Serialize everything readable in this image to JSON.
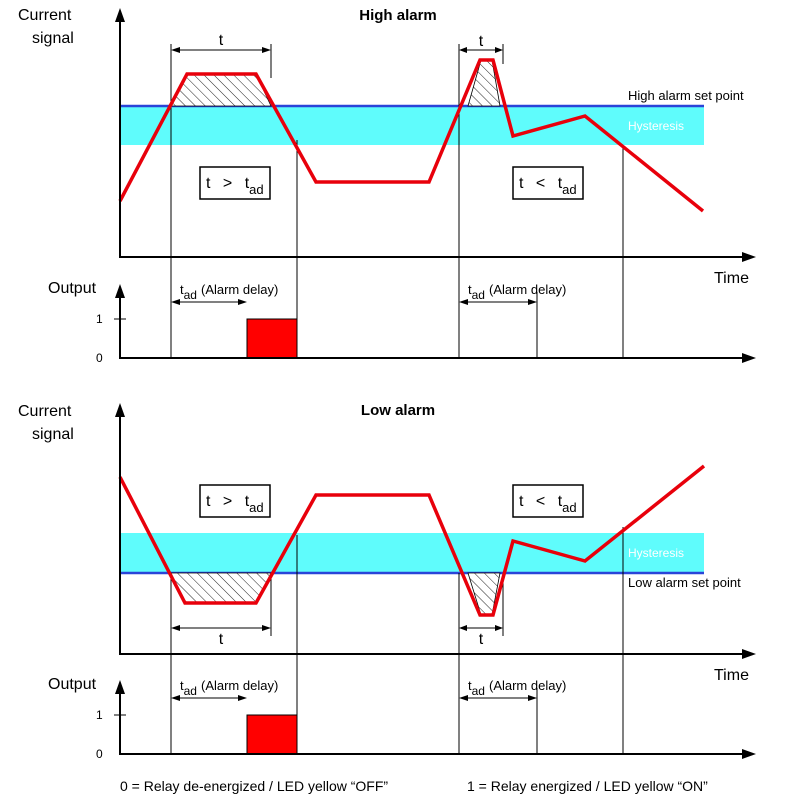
{
  "colors": {
    "signal": "#e8000b",
    "setpoint": "#2a44d8",
    "hysteresis": "#5ffcfc",
    "output_fill": "#ff0000"
  },
  "high": {
    "title": "High alarm",
    "y_label_line1": "Current",
    "y_label_line2": "signal",
    "x_label": "Time",
    "setpoint_label": "High alarm set point",
    "hysteresis_label": "Hysteresis",
    "t_label": "t",
    "t_label_2": "t",
    "cond1": {
      "t": "t",
      "op": ">",
      "tad_main": "t",
      "tad_sub": "ad"
    },
    "cond2": {
      "t": "t",
      "op": "<",
      "tad_main": "t",
      "tad_sub": "ad"
    },
    "output_label": "Output",
    "tick_1": "1",
    "tick_0": "0",
    "delay1": {
      "main": "t",
      "sub": "ad",
      "text": "(Alarm delay)"
    },
    "delay2": {
      "main": "t",
      "sub": "ad",
      "text": "(Alarm delay)"
    }
  },
  "low": {
    "title": "Low alarm",
    "y_label_line1": "Current",
    "y_label_line2": "signal",
    "x_label": "Time",
    "setpoint_label": "Low alarm set point",
    "hysteresis_label": "Hysteresis",
    "t_label": "t",
    "t_label_2": "t",
    "cond1": {
      "t": "t",
      "op": ">",
      "tad_main": "t",
      "tad_sub": "ad"
    },
    "cond2": {
      "t": "t",
      "op": "<",
      "tad_main": "t",
      "tad_sub": "ad"
    },
    "output_label": "Output",
    "tick_1": "1",
    "tick_0": "0",
    "delay1": {
      "main": "t",
      "sub": "ad",
      "text": "(Alarm delay)"
    },
    "delay2": {
      "main": "t",
      "sub": "ad",
      "text": "(Alarm delay)"
    }
  },
  "legend": {
    "zero": "0 = Relay de-energized / LED yellow “OFF”",
    "one": "1 = Relay energized / LED yellow “ON”"
  }
}
